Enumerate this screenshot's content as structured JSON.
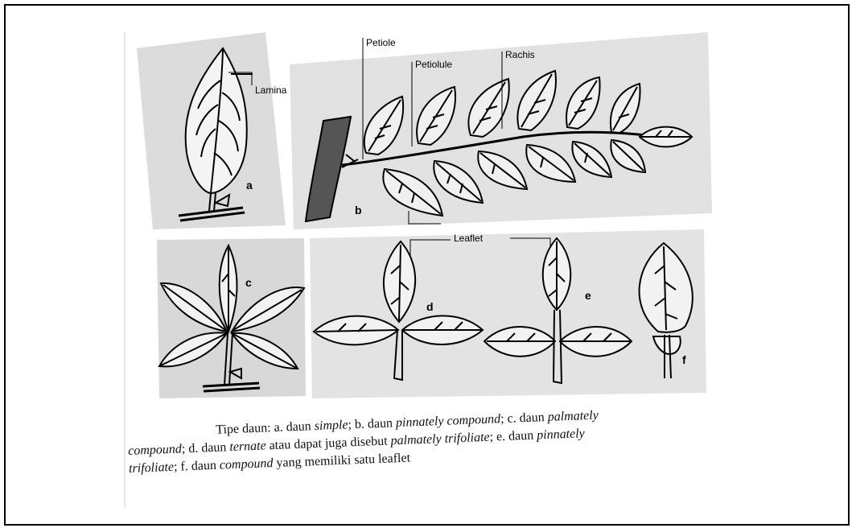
{
  "figure": {
    "labels": {
      "lamina": "Lamina",
      "petiole": "Petiole",
      "petiolule": "Petiolule",
      "rachis": "Rachis",
      "leaflet_bottom": "Leaflet",
      "leaflet_mid": "Leaflet"
    },
    "panel_letters": {
      "a": "a",
      "b": "b",
      "c": "c",
      "d": "d",
      "e": "e",
      "f": "f"
    }
  },
  "caption": {
    "line1": [
      {
        "text": "Tipe daun: a. daun ",
        "italic": false
      },
      {
        "text": "simple",
        "italic": true
      },
      {
        "text": "; b. daun ",
        "italic": false
      },
      {
        "text": "pinnately compound",
        "italic": true
      },
      {
        "text": "; c. daun ",
        "italic": false
      },
      {
        "text": "palmately",
        "italic": true
      }
    ],
    "line2": [
      {
        "text": "compound",
        "italic": true
      },
      {
        "text": "; d. daun ",
        "italic": false
      },
      {
        "text": "ternate",
        "italic": true
      },
      {
        "text": " atau dapat juga disebut ",
        "italic": false
      },
      {
        "text": "palmately trifoliate",
        "italic": true
      },
      {
        "text": "; e. daun ",
        "italic": false
      },
      {
        "text": "pinnately",
        "italic": true
      }
    ],
    "line3": [
      {
        "text": "trifoliate",
        "italic": true
      },
      {
        "text": "; f. daun ",
        "italic": false
      },
      {
        "text": "compound",
        "italic": true
      },
      {
        "text": " yang memiliki satu leaflet",
        "italic": false
      }
    ]
  }
}
